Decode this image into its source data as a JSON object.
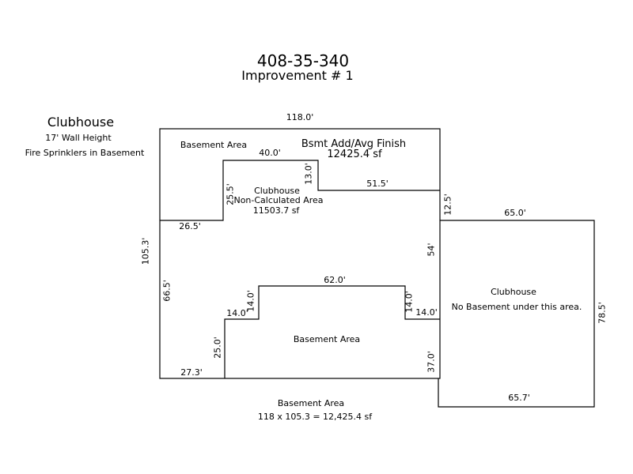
{
  "header": {
    "parcel_id": "408-35-340",
    "improvement": "Improvement # 1"
  },
  "legend": {
    "title": "Clubhouse",
    "line1": "17' Wall Height",
    "line2": "Fire Sprinklers in Basement"
  },
  "areas": {
    "bsmt_add_title": "Bsmt Add/Avg Finish",
    "bsmt_add_sf": "12425.4 sf",
    "basement_area_top": "Basement Area",
    "clubhouse_nc_title": "Clubhouse",
    "clubhouse_nc_sub": "Non-Calculated Area",
    "clubhouse_nc_sf": "11503.7 sf",
    "basement_area_mid": "Basement Area",
    "clubhouse_right_title": "Clubhouse",
    "clubhouse_right_note": "No Basement under this area."
  },
  "footer": {
    "label": "Basement Area",
    "calc": "118 x 105.3 = 12,425.4 sf"
  },
  "dimensions": {
    "top_width": "118.0'",
    "inner_top": "40.0'",
    "inner_step_v": "13.0'",
    "inner_right": "51.5'",
    "inner_left_v": "25.5'",
    "inner_left_h": "26.5'",
    "left_height": "105.3'",
    "left_lower_v": "66.5'",
    "right_step_v": "12.5'",
    "right_inner_v": "54'",
    "annex_top": "65.0'",
    "annex_right_v": "78.5'",
    "annex_bottom": "65.7'",
    "notch_top": "62.0'",
    "notch_left_v": "14.0'",
    "notch_left_h": "14.0'",
    "notch_right_v": "14.0'",
    "notch_right_h": "14.0'",
    "lower_left_v": "25.0'",
    "lower_left_h": "27.3'",
    "lower_right_v": "37.0'"
  }
}
